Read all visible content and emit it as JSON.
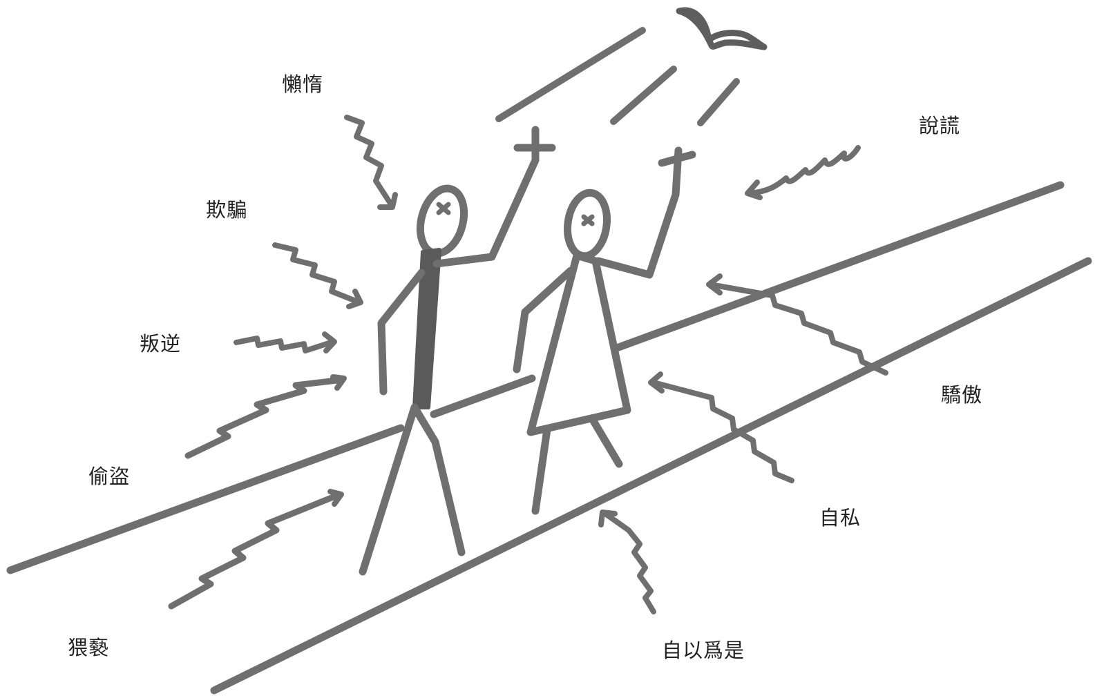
{
  "labels": {
    "laziness": "懶惰",
    "deceit": "欺騙",
    "rebellion": "叛逆",
    "theft": "偷盜",
    "lewdness": "猥褻",
    "lying": "說謊",
    "pride": "驕傲",
    "selfishness": "自私",
    "self_righteousness": "自以爲是"
  },
  "colors": {
    "stroke": "#6f6f6f",
    "stroke_dark": "#585858",
    "label": "#222222",
    "background": "#ffffff"
  },
  "icons": {
    "dove": "dove-icon",
    "cross": "cross-icon"
  }
}
